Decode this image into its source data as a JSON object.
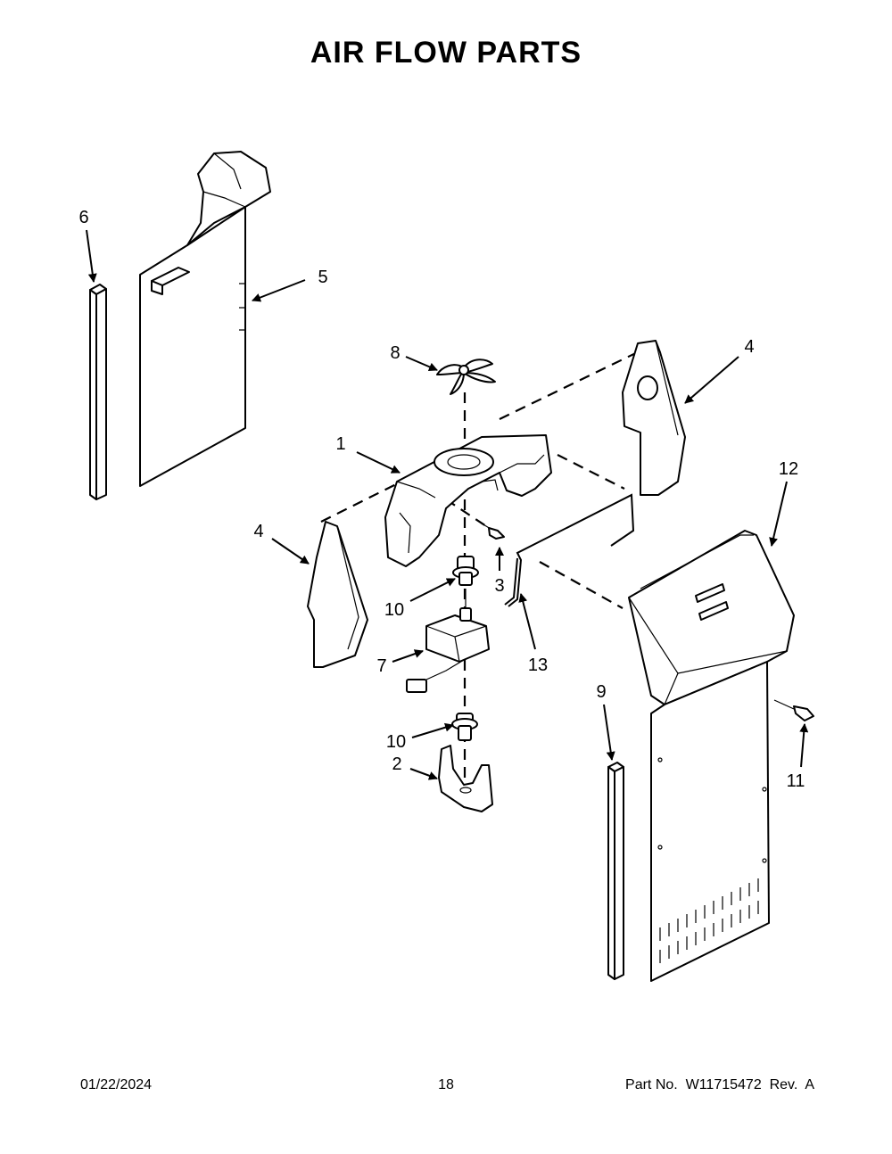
{
  "title": "AIR FLOW PARTS",
  "footer": {
    "date": "01/22/2024",
    "page": "18",
    "part_number": "Part No.  W11715472  Rev.  A"
  },
  "callouts": {
    "c1": "1",
    "c2": "2",
    "c3": "3",
    "c4a": "4",
    "c4b": "4",
    "c5": "5",
    "c6": "6",
    "c7": "7",
    "c8": "8",
    "c9": "9",
    "c10a": "10",
    "c10b": "10",
    "c11": "11",
    "c12": "12",
    "c13": "13"
  }
}
